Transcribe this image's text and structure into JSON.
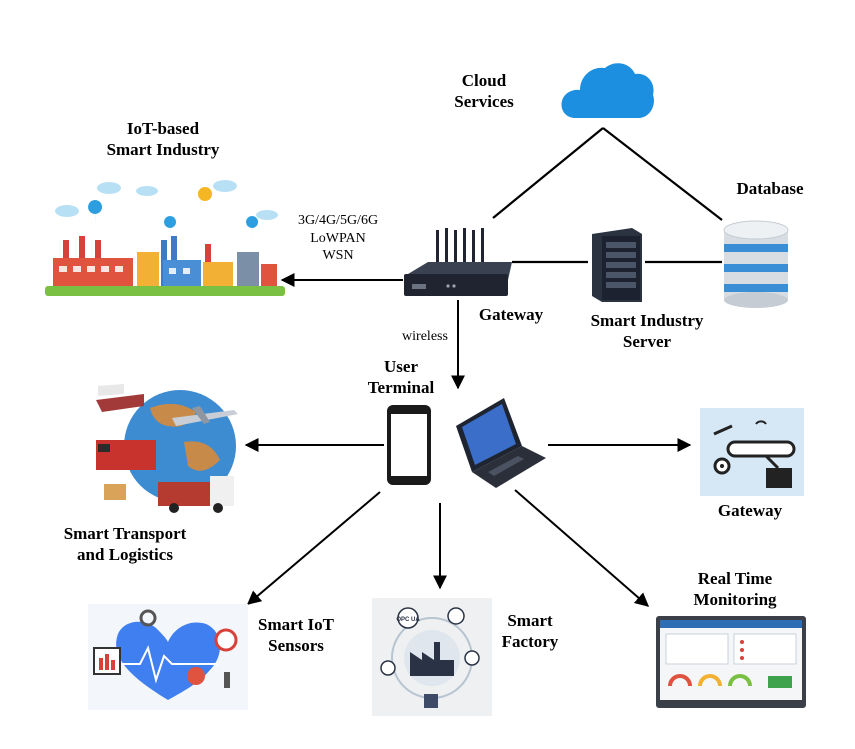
{
  "labels": {
    "cloud": [
      "Cloud",
      "Services"
    ],
    "iot_industry": [
      "IoT-based",
      "Smart Industry"
    ],
    "networks": [
      "3G/4G/5G/6G",
      "LoWPAN",
      "WSN"
    ],
    "database": "Database",
    "gateway_top": "Gateway",
    "server": [
      "Smart Industry",
      "Server"
    ],
    "wireless": "wireless",
    "user_terminal": [
      "User",
      "Terminal"
    ],
    "transport": [
      "Smart Transport",
      "and Logistics"
    ],
    "gateway_right": "Gateway",
    "sensors": [
      "Smart IoT",
      "Sensors"
    ],
    "factory": [
      "Smart",
      "Factory"
    ],
    "monitoring": [
      "Real Time",
      "Monitoring"
    ]
  },
  "icon_texts": {
    "factory_badge": "OPC UA"
  },
  "colors": {
    "cloud": "#1d8fe0",
    "db_blue": "#3a8ed6",
    "gateway_body": "#1f2430",
    "server_body": "#2b3240",
    "phone_screen": "#ffffff",
    "heart_blue": "#3f7ff0",
    "sky_blue": "#b8e0f5",
    "ground_green": "#79c043"
  }
}
